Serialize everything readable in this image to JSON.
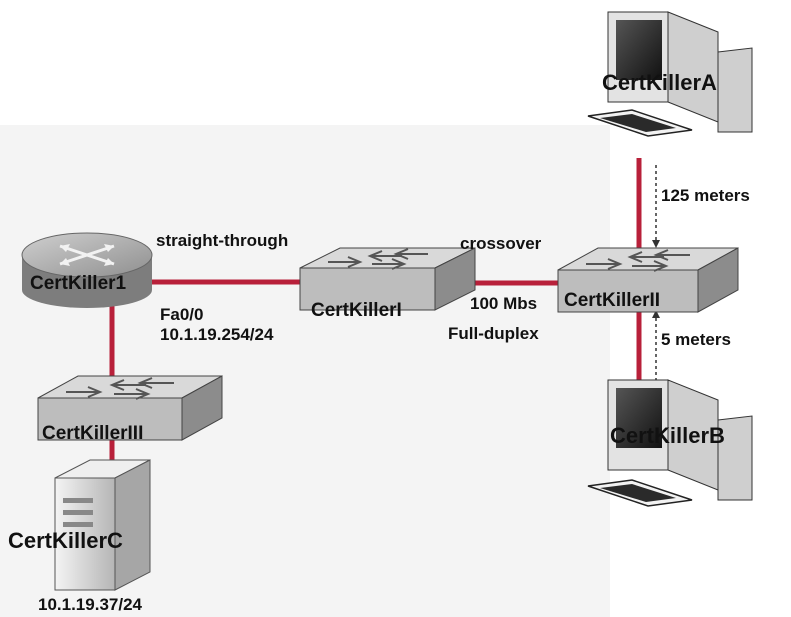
{
  "colors": {
    "link": "#b8203a",
    "switch_top": "#d9d9d9",
    "switch_side": "#8c8c8c",
    "router": "#a7a7a7",
    "background_tint": "#f3f3f3"
  },
  "devices": {
    "router": {
      "name": "CertKiller1",
      "icon": "router-icon"
    },
    "switch_1": {
      "name": "CertKillerI",
      "icon": "switch-icon"
    },
    "switch_2": {
      "name": "CertKillerII",
      "icon": "switch-icon"
    },
    "switch_3": {
      "name": "CertKillerIII",
      "icon": "switch-icon"
    },
    "host_a": {
      "name": "CertKillerA",
      "icon": "pc-icon"
    },
    "host_b": {
      "name": "CertKillerB",
      "icon": "pc-icon"
    },
    "server_c": {
      "name": "CertKillerC",
      "icon": "server-icon",
      "address": "10.1.19.37/24"
    }
  },
  "links": {
    "router_switch1": {
      "cable": "straight-through",
      "interface": "Fa0/0",
      "address": "10.1.19.254/24"
    },
    "switch1_switch2": {
      "cable": "crossover",
      "speed": "100 Mbs",
      "duplex": "Full-duplex"
    },
    "switch2_hosta": {
      "distance": "125 meters"
    },
    "switch2_hostb": {
      "distance": "5 meters"
    }
  }
}
